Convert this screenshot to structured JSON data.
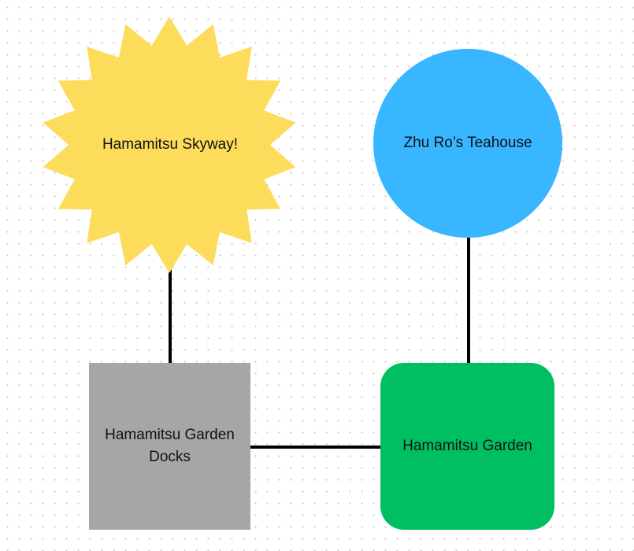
{
  "diagram": {
    "nodes": {
      "skyway": {
        "label": "Hamamitsu Skyway!",
        "color": "#FDDC5C",
        "shape": "starburst"
      },
      "teahouse": {
        "label": "Zhu Ro’s Teahouse",
        "color": "#38B6FF",
        "shape": "circle"
      },
      "docks": {
        "label": "Hamamitsu Garden Docks",
        "color": "#A6A6A6",
        "shape": "rectangle"
      },
      "garden": {
        "label": "Hamamitsu Garden",
        "color": "#00BF63",
        "shape": "rounded-rectangle"
      }
    },
    "edges": [
      {
        "from": "Hamamitsu Skyway!",
        "to": "Hamamitsu Garden Docks"
      },
      {
        "from": "Zhu Ro’s Teahouse",
        "to": "Hamamitsu Garden"
      },
      {
        "from": "Hamamitsu Garden Docks",
        "to": "Hamamitsu Garden"
      }
    ],
    "edge_color": "#000000"
  }
}
